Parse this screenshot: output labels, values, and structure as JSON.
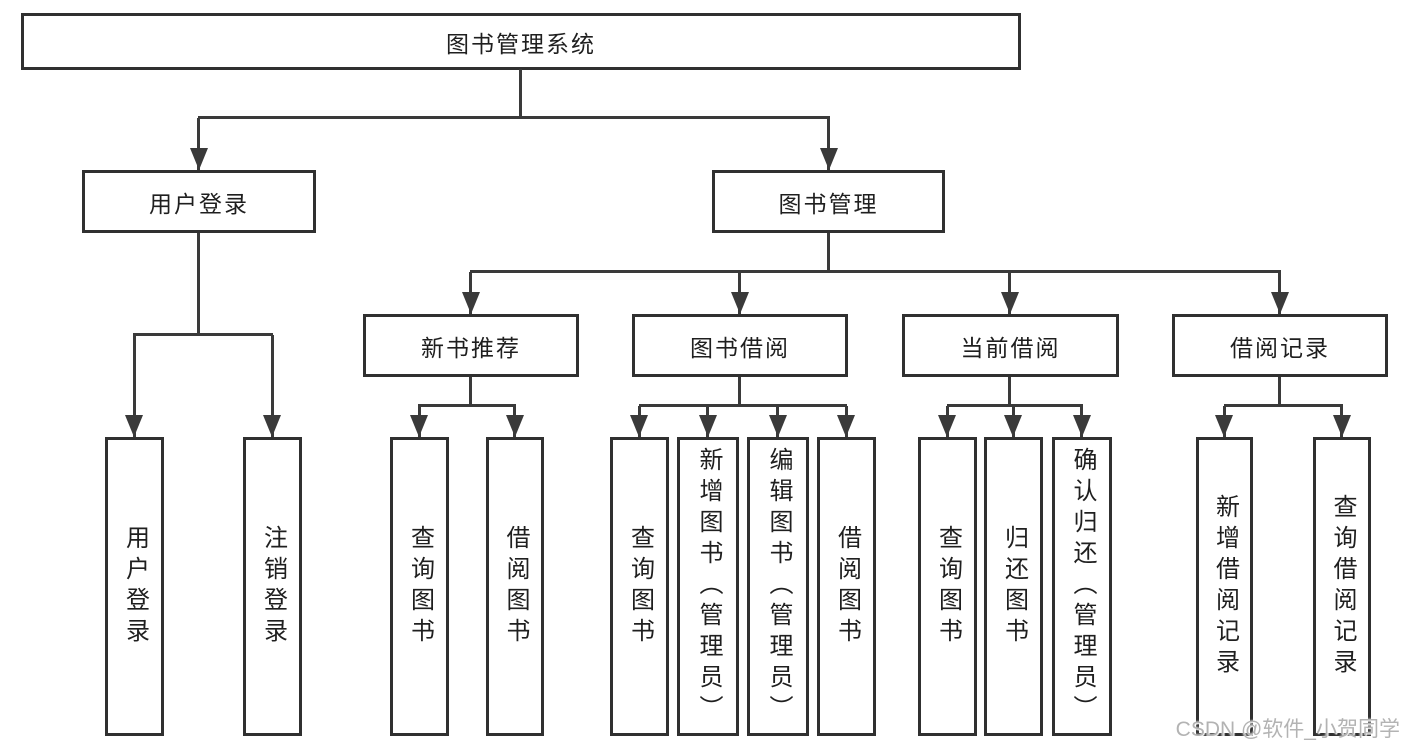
{
  "diagram": {
    "title": "图书管理系统",
    "root": {
      "label": "图书管理系统"
    },
    "level2": [
      {
        "id": "user-login",
        "label": "用户登录"
      },
      {
        "id": "book-management",
        "label": "图书管理"
      }
    ],
    "level3": [
      {
        "id": "new-books",
        "parent": "图书管理",
        "label": "新书推荐"
      },
      {
        "id": "book-borrowing",
        "parent": "图书管理",
        "label": "图书借阅"
      },
      {
        "id": "current-borrowing",
        "parent": "图书管理",
        "label": "当前借阅"
      },
      {
        "id": "borrowing-records",
        "parent": "图书管理",
        "label": "借阅记录"
      }
    ],
    "leaves": [
      {
        "parent": "用户登录",
        "label": "用户登录"
      },
      {
        "parent": "用户登录",
        "label": "注销登录"
      },
      {
        "parent": "新书推荐",
        "label": "查询图书"
      },
      {
        "parent": "新书推荐",
        "label": "借阅图书"
      },
      {
        "parent": "图书借阅",
        "label": "查询图书"
      },
      {
        "parent": "图书借阅",
        "label": "新增图书（管理员）"
      },
      {
        "parent": "图书借阅",
        "label": "编辑图书（管理员）"
      },
      {
        "parent": "图书借阅",
        "label": "借阅图书"
      },
      {
        "parent": "当前借阅",
        "label": "查询图书"
      },
      {
        "parent": "当前借阅",
        "label": "归还图书"
      },
      {
        "parent": "当前借阅",
        "label": "确认归还（管理员）"
      },
      {
        "parent": "借阅记录",
        "label": "新增借阅记录"
      },
      {
        "parent": "借阅记录",
        "label": "查询借阅记录"
      }
    ],
    "colors": {
      "line": "#3a3a3a",
      "box_border": "#303030",
      "box_fill": "#ffffff",
      "text": "#1f1f1f"
    }
  },
  "watermark": {
    "text": "CSDN @软件_小贺同学",
    "color": "#b3b3b3"
  }
}
